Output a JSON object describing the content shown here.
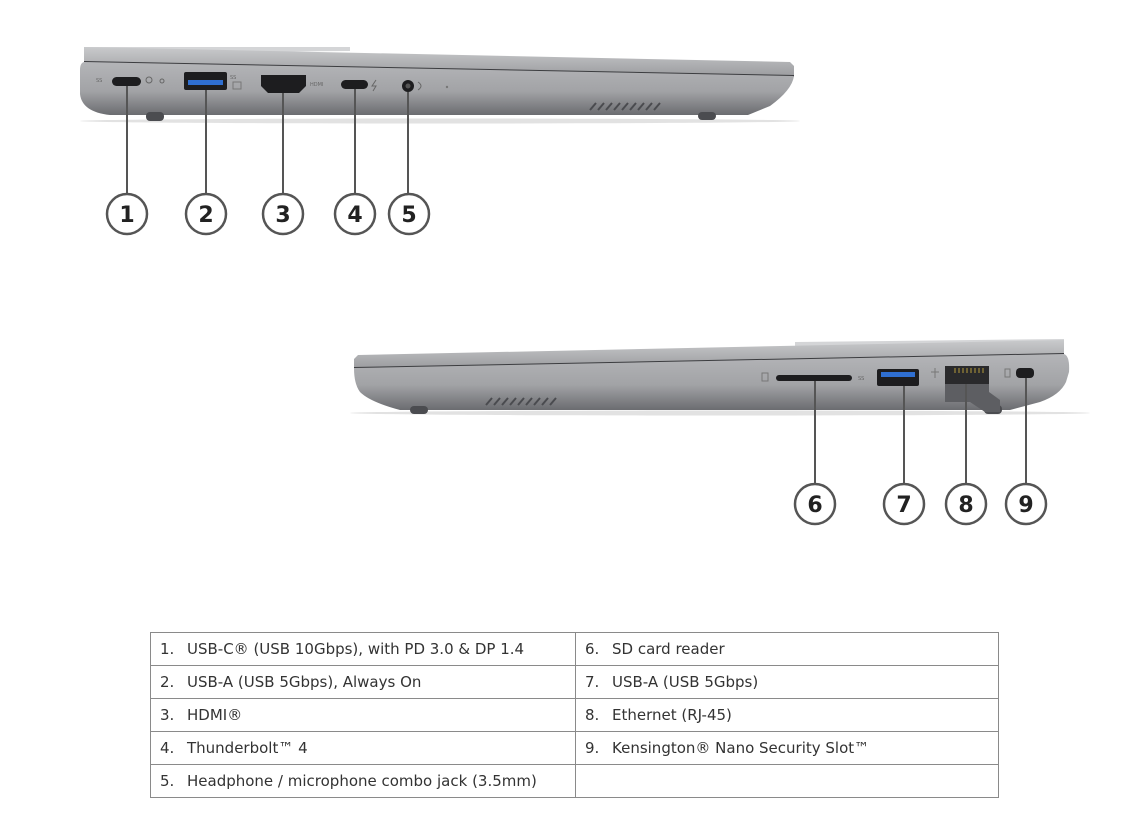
{
  "callouts": [
    "1",
    "2",
    "3",
    "4",
    "5",
    "6",
    "7",
    "8",
    "9"
  ],
  "port_labels": {
    "hdmi": "HDMI",
    "usb_ss": "SS"
  },
  "colors": {
    "chassis": "#a9aaad",
    "chassis_dark": "#6f7074",
    "line": "#555555",
    "border": "#8a8a8a"
  },
  "table": {
    "rows": [
      {
        "left": {
          "num": "1.",
          "text": "USB-C® (USB 10Gbps), with PD 3.0 & DP 1.4"
        },
        "right": {
          "num": "6.",
          "text": "SD card reader"
        }
      },
      {
        "left": {
          "num": "2.",
          "text": "USB-A (USB 5Gbps), Always On"
        },
        "right": {
          "num": "7.",
          "text": "USB-A (USB 5Gbps)"
        }
      },
      {
        "left": {
          "num": "3.",
          "text": "HDMI®"
        },
        "right": {
          "num": "8.",
          "text": "Ethernet (RJ-45)"
        }
      },
      {
        "left": {
          "num": "4.",
          "text": "Thunderbolt™ 4"
        },
        "right": {
          "num": "9.",
          "text": "Kensington® Nano Security Slot™"
        }
      },
      {
        "left": {
          "num": "5.",
          "text": "Headphone / microphone combo jack (3.5mm)"
        },
        "right": {
          "num": "",
          "text": ""
        }
      }
    ]
  }
}
